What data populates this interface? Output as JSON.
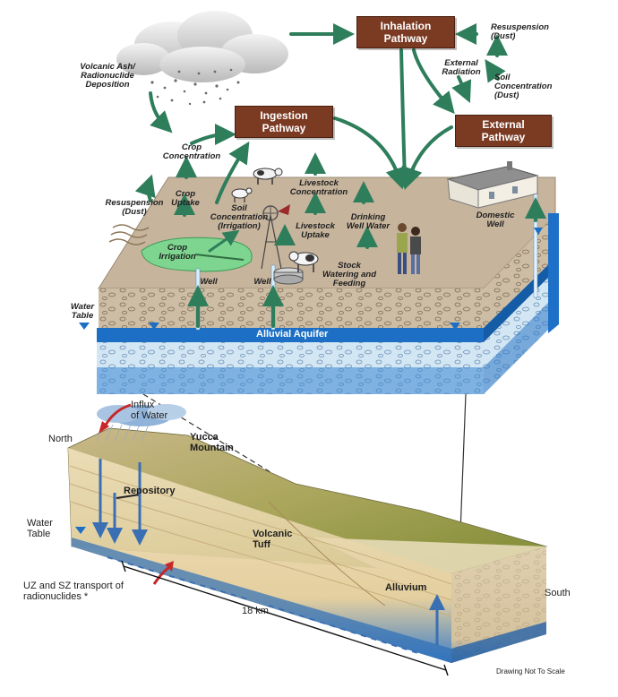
{
  "pathways": {
    "inhalation": "Inhalation\nPathway",
    "ingestion": "Ingestion\nPathway",
    "external": "External\nPathway"
  },
  "labels": {
    "volcanic_ash": "Volcanic Ash/\nRadionuclide\nDeposition",
    "resuspension_top": "Resuspension\n(Dust)",
    "external_radiation": "External\nRadiation",
    "soil_conc_top": "Soil\nConcentration\n(Dust)",
    "crop_concentration": "Crop\nConcentration",
    "crop_uptake": "Crop\nUptake",
    "resuspension_left": "Resuspension\n(Dust)",
    "soil_conc_irrigation": "Soil\nConcentration\n(Irrigation)",
    "livestock_concentration": "Livestock\nConcentration",
    "livestock_uptake": "Livestock\nUptake",
    "drinking_well_water": "Drinking\nWell Water",
    "domestic_well": "Domestic\nWell",
    "crop_irrigation": "Crop\nIrrigation",
    "well_1": "Well",
    "well_2": "Well",
    "stock_watering": "Stock\nWatering and\nFeeding",
    "water_table_top": "Water\nTable",
    "alluvial_aquifer": "Alluvial Aquifer"
  },
  "geology": {
    "influx": "Influx\nof Water",
    "north": "North",
    "yucca": "Yucca\nMountain",
    "repository": "Repository",
    "water_table": "Water\nTable",
    "volcanic_tuff": "Volcanic\nTuff",
    "uz_sz": "UZ and SZ transport of\nradionuclides *",
    "alluvium": "Alluvium",
    "south": "South",
    "distance": "18 km",
    "not_to_scale": "Drawing Not To Scale"
  },
  "colors": {
    "pathway_box": "#7b3a22",
    "arrow": "#2e7d5b",
    "ground": "#c9b59b",
    "aquifer": "#1c6fc4",
    "mountain_top": "#8d9a3f"
  }
}
